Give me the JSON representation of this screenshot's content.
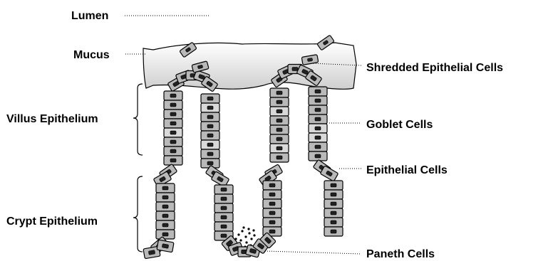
{
  "labels": {
    "lumen": "Lumen",
    "mucus": "Mucus",
    "villus_epithelium": "Villus Epithelium",
    "crypt_epithelium": "Crypt Epithelium",
    "shredded_epithelial_cells": "Shredded Epithelial Cells",
    "goblet_cells": "Goblet Cells",
    "epithelial_cells": "Epithelial Cells",
    "paneth_cells": "Paneth Cells"
  },
  "colors": {
    "cell_fill": "#b9b9b9",
    "goblet_fill": "#d9d9d9",
    "nucleus": "#222222",
    "mucus_top": "#ffffff",
    "mucus_bottom": "#cfcfcf"
  }
}
